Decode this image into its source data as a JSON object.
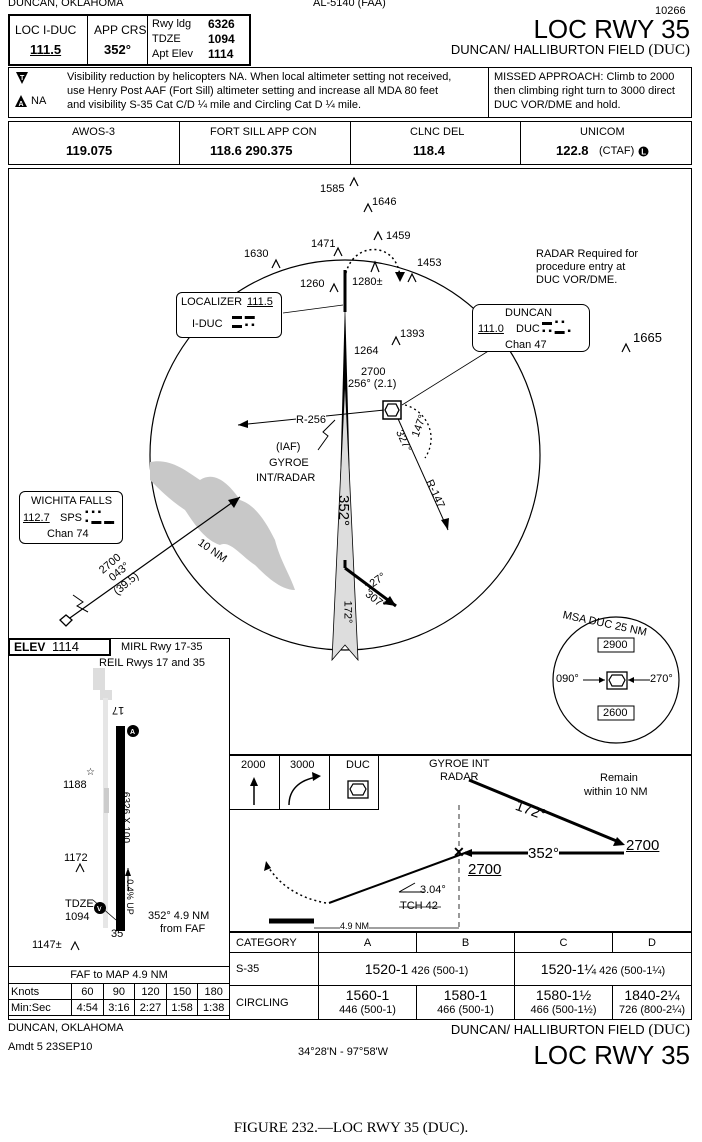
{
  "header": {
    "location": "DUNCAN, OKLAHOMA",
    "al_number": "AL-5140 (FAA)",
    "chart_id": "10266",
    "title": "LOC RWY 35",
    "airport": "DUNCAN/ HALLIBURTON FIELD",
    "airport_id": "(DUC)",
    "loc_label": "LOC  I-DUC",
    "loc_freq": "111.5",
    "app_crs_label": "APP CRS",
    "app_crs": "352°",
    "rwy_ldg_label": "Rwy ldg",
    "rwy_ldg": "6326",
    "tdze_label": "TDZE",
    "tdze": "1094",
    "apt_elev_label": "Apt Elev",
    "apt_elev": "1114"
  },
  "notes": {
    "na": "NA",
    "line1": "Visibility reduction by helicopters NA.  When local altimeter setting not received,",
    "line2": "use Henry Post AAF (Fort Sill) altimeter setting and increase all MDA 80 feet",
    "line3": "and visibility S-35 Cat C/D ¼ mile and Circling Cat D ¼ mile.",
    "missed1": "MISSED APPROACH:  Climb to 2000",
    "missed2": "then climbing right turn to 3000 direct",
    "missed3": "DUC VOR/DME and hold."
  },
  "comms": [
    {
      "label": "AWOS-3",
      "freq": "119.075"
    },
    {
      "label": "FORT SILL APP CON",
      "freq": "118.6  290.375"
    },
    {
      "label": "CLNC DEL",
      "freq": "118.4"
    },
    {
      "label": "UNICOM",
      "freq": "122.8",
      "extra": "(CTAF)"
    }
  ],
  "plan": {
    "obstacles": [
      "1585",
      "1646",
      "1471",
      "1459",
      "1630",
      "1453",
      "1260",
      "1280±",
      "1393",
      "1264",
      "1665"
    ],
    "radar_note": [
      "RADAR Required for",
      "procedure entry at",
      "DUC VOR/DME."
    ],
    "localizer_name": "LOCALIZER",
    "localizer_freq": "111.5",
    "localizer_id": "I-DUC",
    "duncan_name": "DUNCAN",
    "duncan_freq": "111.0",
    "duncan_id": "DUC",
    "duncan_chan": "Chan  47",
    "wichita_name": "WICHITA FALLS",
    "wichita_freq": "112.7",
    "wichita_id": "SPS",
    "wichita_chan": "Chan  74",
    "fix_alt": "2700",
    "fix_rad": "256° (2.1)",
    "r256": "R-256",
    "r147": "R-147",
    "iaf": "(IAF)",
    "gyroe1": "GYROE",
    "gyroe2": "INT/RADAR",
    "course352": "352°",
    "course172": "172°",
    "hold147": "147°",
    "hold327": "327°",
    "hold127": "127°",
    "hold307": "307°",
    "ten_nm": "10 NM",
    "feeder_alt": "2700",
    "feeder_crs": "043°",
    "feeder_dist": "(39.5)",
    "msa_title": "MSA DUC 25 NM",
    "msa_090": "090°",
    "msa_270": "270°",
    "msa_north": "2900",
    "msa_south": "2600"
  },
  "airport": {
    "elev_label": "ELEV",
    "elev": "1114",
    "mirl": "MIRL Rwy 17-35",
    "reil": "REIL Rwys 17 and 35",
    "rwy17": "17",
    "rwy35": "35",
    "dims": "6326 X 100",
    "grad": "0.4% UP",
    "obs1188": "1188",
    "obs1172": "1172",
    "obs1147": "1147±",
    "tdze_label": "TDZE",
    "tdze": "1094",
    "faf_note1": "352° 4.9 NM",
    "faf_note2": "from FAF"
  },
  "profile": {
    "icon_2000": "2000",
    "icon_3000": "3000",
    "icon_duc": "DUC",
    "gyroe1": "GYROE INT",
    "gyroe2": "RADAR",
    "remain1": "Remain",
    "remain2": "within 10 NM",
    "crs172": "172°",
    "crs352": "352°",
    "alt_top": "2700",
    "alt_fix": "2700",
    "gs": "3.04°",
    "tch": "TCH 42",
    "dist": "4.9 NM"
  },
  "minimums": {
    "header": [
      "CATEGORY",
      "A",
      "B",
      "C",
      "D"
    ],
    "s35": {
      "label": "S-35",
      "ab_main": "1520-1",
      "ab_sub": "426 (500-1)",
      "cd_main": "1520-1¼",
      "cd_sub": "426 (500-1¼)"
    },
    "circling": {
      "label": "CIRCLING",
      "cells": [
        {
          "main": "1560-1",
          "sub": "446 (500-1)"
        },
        {
          "main": "1580-1",
          "sub": "466 (500-1)"
        },
        {
          "main": "1580-1½",
          "sub": "466 (500-1½)"
        },
        {
          "main": "1840-2¼",
          "sub": "726 (800-2¼)"
        }
      ]
    }
  },
  "timing": {
    "title": "FAF to MAP  4.9 NM",
    "knots_label": "Knots",
    "knots": [
      "60",
      "90",
      "120",
      "150",
      "180"
    ],
    "min_label": "Min:Sec",
    "times": [
      "4:54",
      "3:16",
      "2:27",
      "1:58",
      "1:38"
    ]
  },
  "footer": {
    "location": "DUNCAN, OKLAHOMA",
    "amdt": "Amdt 5  23SEP10",
    "coords": "34°28'N - 97°58'W",
    "airport": "DUNCAN/ HALLIBURTON FIELD",
    "airport_id": "(DUC)",
    "title": "LOC RWY 35"
  },
  "caption": "FIGURE 232.—LOC RWY 35 (DUC)."
}
